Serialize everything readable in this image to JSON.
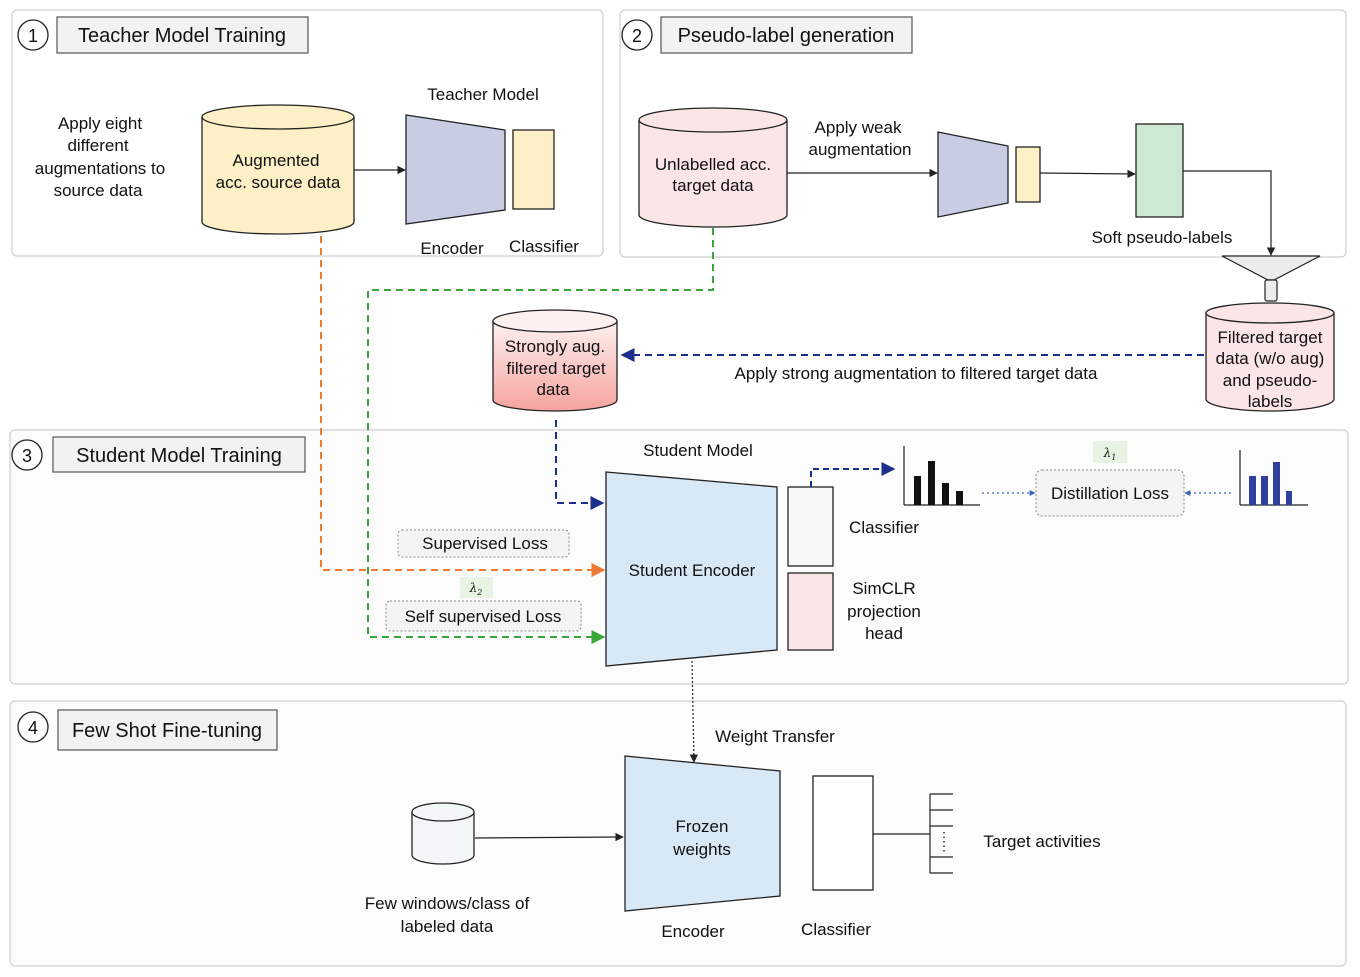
{
  "sections": [
    {
      "number": "1",
      "title": "Teacher Model Training"
    },
    {
      "number": "2",
      "title": "Pseudo-label generation"
    },
    {
      "number": "3",
      "title": "Student Model Training"
    },
    {
      "number": "4",
      "title": "Few Shot Fine-tuning"
    }
  ],
  "teacher": {
    "note": [
      "Apply eight",
      "different",
      "augmentations to",
      "source data"
    ],
    "db_label": [
      "Augmented",
      "acc. source data"
    ],
    "model_title": "Teacher Model",
    "encoder_label": "Encoder",
    "classifier_label": "Classifier"
  },
  "pseudo": {
    "db_label": [
      "Unlabelled acc.",
      "target  data"
    ],
    "weak_aug": [
      "Apply weak",
      "augmentation"
    ],
    "soft_labels": "Soft pseudo-labels",
    "filtered_db": [
      "Filtered target",
      "data (w/o aug)",
      "and pseudo-",
      "labels"
    ],
    "strong_db": [
      "Strongly aug.",
      "filtered target",
      "data"
    ],
    "strong_aug": "Apply strong  augmentation to filtered target data"
  },
  "student": {
    "model_title": "Student Model",
    "encoder_label": "Student Encoder",
    "classifier_label": "Classifier",
    "projection_label": [
      "SimCLR",
      "projection",
      "head"
    ],
    "supervised_loss": "Supervised Loss",
    "self_supervised_loss": "Self supervised Loss",
    "distillation_loss": "Distillation Loss",
    "lambda1": "λ1",
    "lambda2": "λ2"
  },
  "finetune": {
    "weight_transfer": "Weight Transfer",
    "frozen": [
      "Frozen",
      "weights"
    ],
    "encoder_label": "Encoder",
    "classifier_label": "Classifier",
    "data_label": [
      "Few windows/class of",
      "labeled data"
    ],
    "target": "Target activities"
  },
  "colors": {
    "teacher_encoder": "#c9cde3",
    "teacher_classifier": "#fdf0c6",
    "source_db": "#fdf0c6",
    "target_db": "#fbe5e6",
    "strong_db_top": "#fbe3e1",
    "strong_db_bottom": "#f7aaa6",
    "soft_labels": "#cde9d4",
    "student_encoder": "#d7e9f6",
    "projection_head": "#fbe5e6",
    "orange_arrow": "#ee7a36",
    "green_arrow": "#3aa53a",
    "blue_arrow": "#1d2f8c",
    "lambda_bg": "#e7f4e3"
  }
}
